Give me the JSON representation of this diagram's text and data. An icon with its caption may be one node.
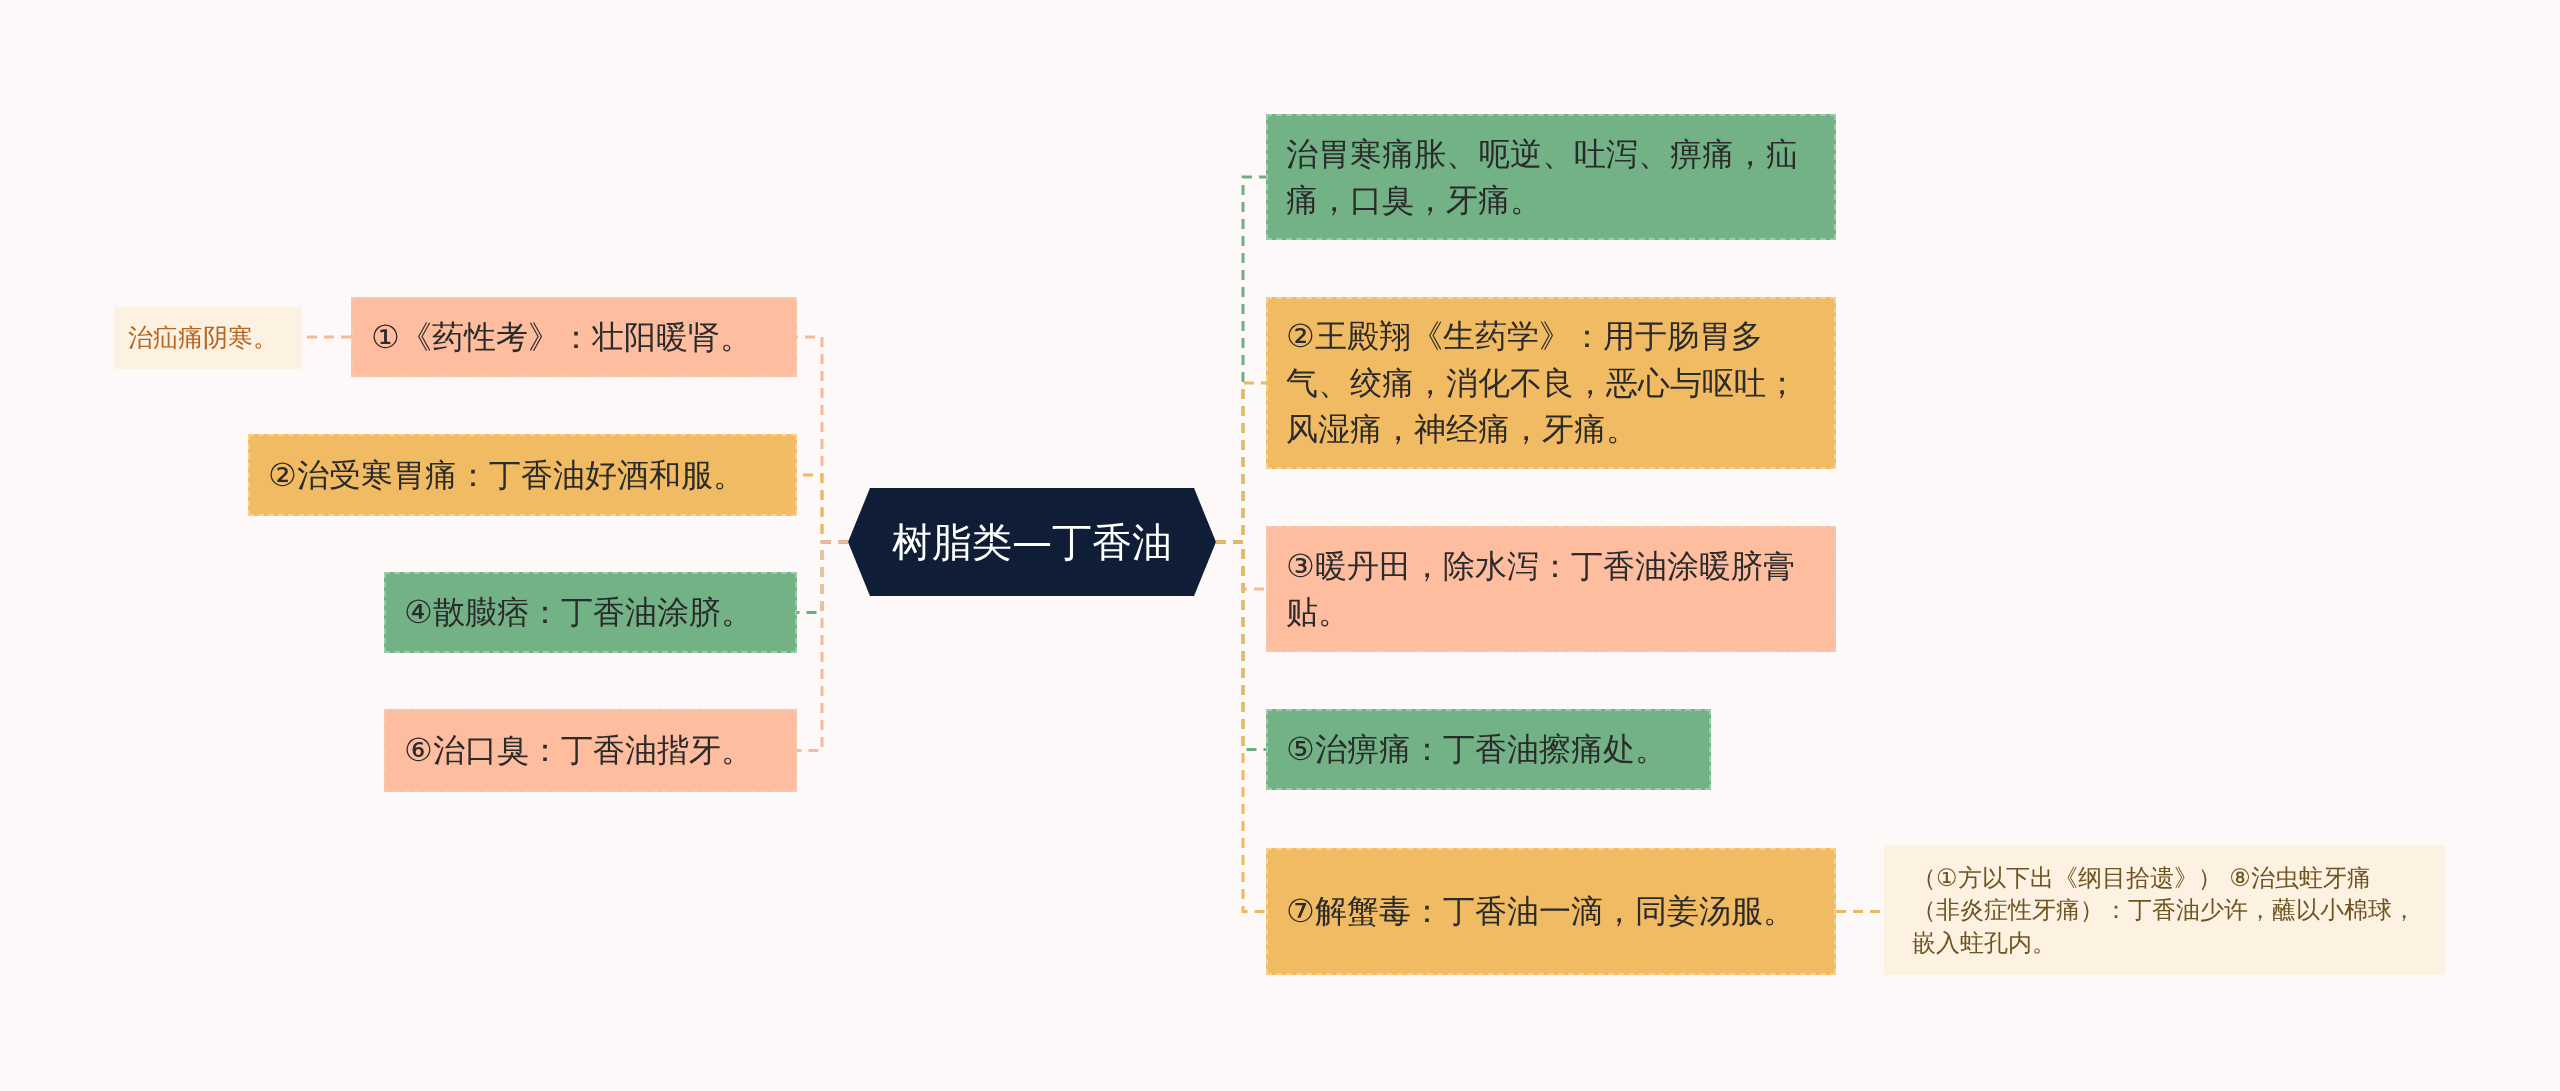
{
  "diagram": {
    "nodes": [
      {
        "text": [
          "树脂类—丁香油"
        ]
      },
      {
        "text": [
          "①《药性考》：壮阳暖肾。"
        ]
      },
      {
        "text": [
          "治疝痛阴寒。"
        ]
      },
      {
        "text": [
          "②治受寒胃痛：丁香油好酒和服。"
        ]
      },
      {
        "text": [
          "④散臌痞：丁香油涂脐。"
        ]
      },
      {
        "text": [
          "⑥治口臭：丁香油揩牙。"
        ]
      },
      {
        "text": [
          "治胃寒痛胀、呃逆、吐泻、痹痛，疝痛，口臭，牙痛。"
        ]
      },
      {
        "text": [
          "②王殿翔《生药学》：用于肠胃多气、绞痛，消化不良，恶心与呕吐；风湿痛，神经痛，牙痛。"
        ]
      },
      {
        "text": [
          "③暖丹田，除水泻：丁香油涂暖脐膏贴。"
        ]
      },
      {
        "text": [
          "⑤治痹痛：丁香油擦痛处。"
        ]
      },
      {
        "text": [
          "⑦解蟹毒：丁香油一滴，同姜汤服。"
        ]
      },
      {
        "text": [
          "（①方以下出《纲目拾遗》） ⑧治虫蛀牙痛（非炎症性牙痛）：丁香油少许，蘸以小棉球，嵌入蛀孔内。"
        ]
      }
    ],
    "edges": [
      {
        "from": 0,
        "to": 1,
        "arrow": "none",
        "style": "dashed",
        "color": "#f6b99a"
      },
      {
        "from": 0,
        "to": 3,
        "arrow": "none",
        "style": "dashed",
        "color": "#eeb95e"
      },
      {
        "from": 0,
        "to": 4,
        "arrow": "none",
        "style": "dashed",
        "color": "#6eae83"
      },
      {
        "from": 0,
        "to": 5,
        "arrow": "none",
        "style": "dashed",
        "color": "#f6b99a"
      },
      {
        "from": 1,
        "to": 2,
        "arrow": "none",
        "style": "dashed",
        "color": "#f6b99a"
      },
      {
        "from": 0,
        "to": 6,
        "arrow": "none",
        "style": "dashed",
        "color": "#6eae83"
      },
      {
        "from": 0,
        "to": 7,
        "arrow": "none",
        "style": "dashed",
        "color": "#eeb95e"
      },
      {
        "from": 0,
        "to": 8,
        "arrow": "none",
        "style": "dashed",
        "color": "#f6b99a"
      },
      {
        "from": 0,
        "to": 9,
        "arrow": "none",
        "style": "dashed",
        "color": "#6eae83"
      },
      {
        "from": 0,
        "to": 10,
        "arrow": "none",
        "style": "dashed",
        "color": "#eeb95e"
      },
      {
        "from": 10,
        "to": 11,
        "arrow": "none",
        "style": "dashed",
        "color": "#eeb95e"
      }
    ]
  }
}
